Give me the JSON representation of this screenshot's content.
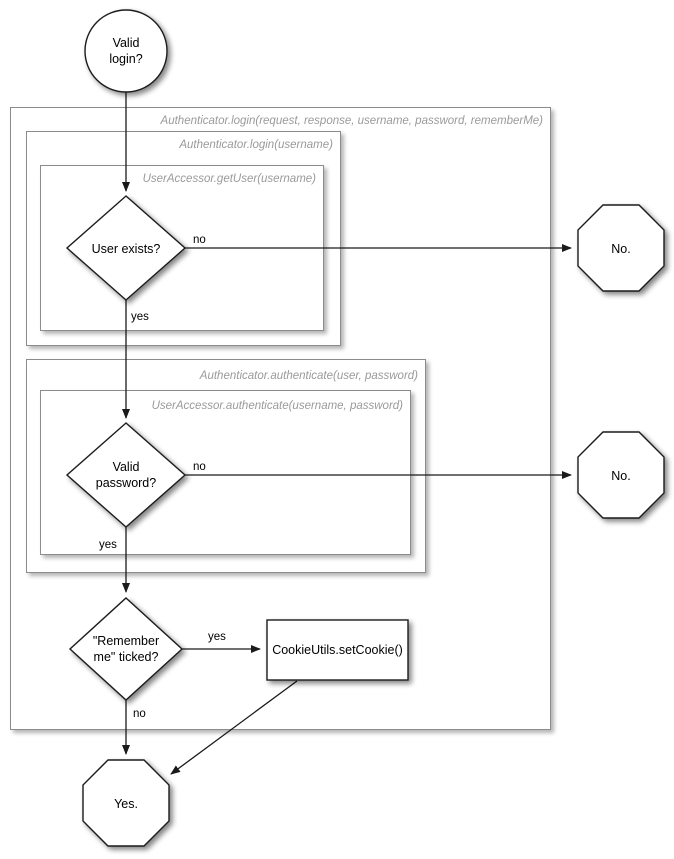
{
  "diagram": {
    "title": "Login validation flowchart",
    "colors": {
      "background": "#ffffff",
      "shape_stroke": "#1a1a1a",
      "container_stroke": "#8c8c8c",
      "group_label_text": "#9a9a9a",
      "node_text": "#000000",
      "connector": "#1a1a1a"
    }
  },
  "groups": [
    {
      "id": "outer",
      "label": "Authenticator.login(request, response, username, password, rememberMe)"
    },
    {
      "id": "login-username",
      "label": "Authenticator.login(username)"
    },
    {
      "id": "get-user",
      "label": "UserAccessor.getUser(username)"
    },
    {
      "id": "authenticate",
      "label": "Authenticator.authenticate(user, password)"
    },
    {
      "id": "accessor-authenticate",
      "label": "UserAccessor.authenticate(username, password)"
    }
  ],
  "nodes": [
    {
      "id": "start",
      "shape": "circle",
      "label": "Valid login?",
      "lines": [
        "Valid",
        "login?"
      ]
    },
    {
      "id": "user-exists",
      "shape": "diamond",
      "label": "User exists?",
      "lines": [
        "User exists?"
      ]
    },
    {
      "id": "no-user",
      "shape": "octagon",
      "label": "No.",
      "lines": [
        "No."
      ]
    },
    {
      "id": "valid-password",
      "shape": "diamond",
      "label": "Valid password?",
      "lines": [
        "Valid",
        "password?"
      ]
    },
    {
      "id": "no-password",
      "shape": "octagon",
      "label": "No.",
      "lines": [
        "No."
      ]
    },
    {
      "id": "remember-me",
      "shape": "diamond",
      "label": "\"Remember me\" ticked?",
      "lines": [
        "\"Remember",
        "me\" ticked?"
      ]
    },
    {
      "id": "set-cookie",
      "shape": "rect",
      "label": "CookieUtils.setCookie()",
      "lines": [
        "CookieUtils.setCookie()"
      ]
    },
    {
      "id": "yes",
      "shape": "octagon",
      "label": "Yes.",
      "lines": [
        "Yes."
      ]
    }
  ],
  "edges": [
    {
      "from": "start",
      "to": "user-exists",
      "label": ""
    },
    {
      "from": "user-exists",
      "to": "no-user",
      "label": "no"
    },
    {
      "from": "user-exists",
      "to": "valid-password",
      "label": "yes"
    },
    {
      "from": "valid-password",
      "to": "no-password",
      "label": "no"
    },
    {
      "from": "valid-password",
      "to": "remember-me",
      "label": "yes"
    },
    {
      "from": "remember-me",
      "to": "set-cookie",
      "label": "yes"
    },
    {
      "from": "remember-me",
      "to": "yes",
      "label": "no"
    },
    {
      "from": "set-cookie",
      "to": "yes",
      "label": ""
    }
  ]
}
